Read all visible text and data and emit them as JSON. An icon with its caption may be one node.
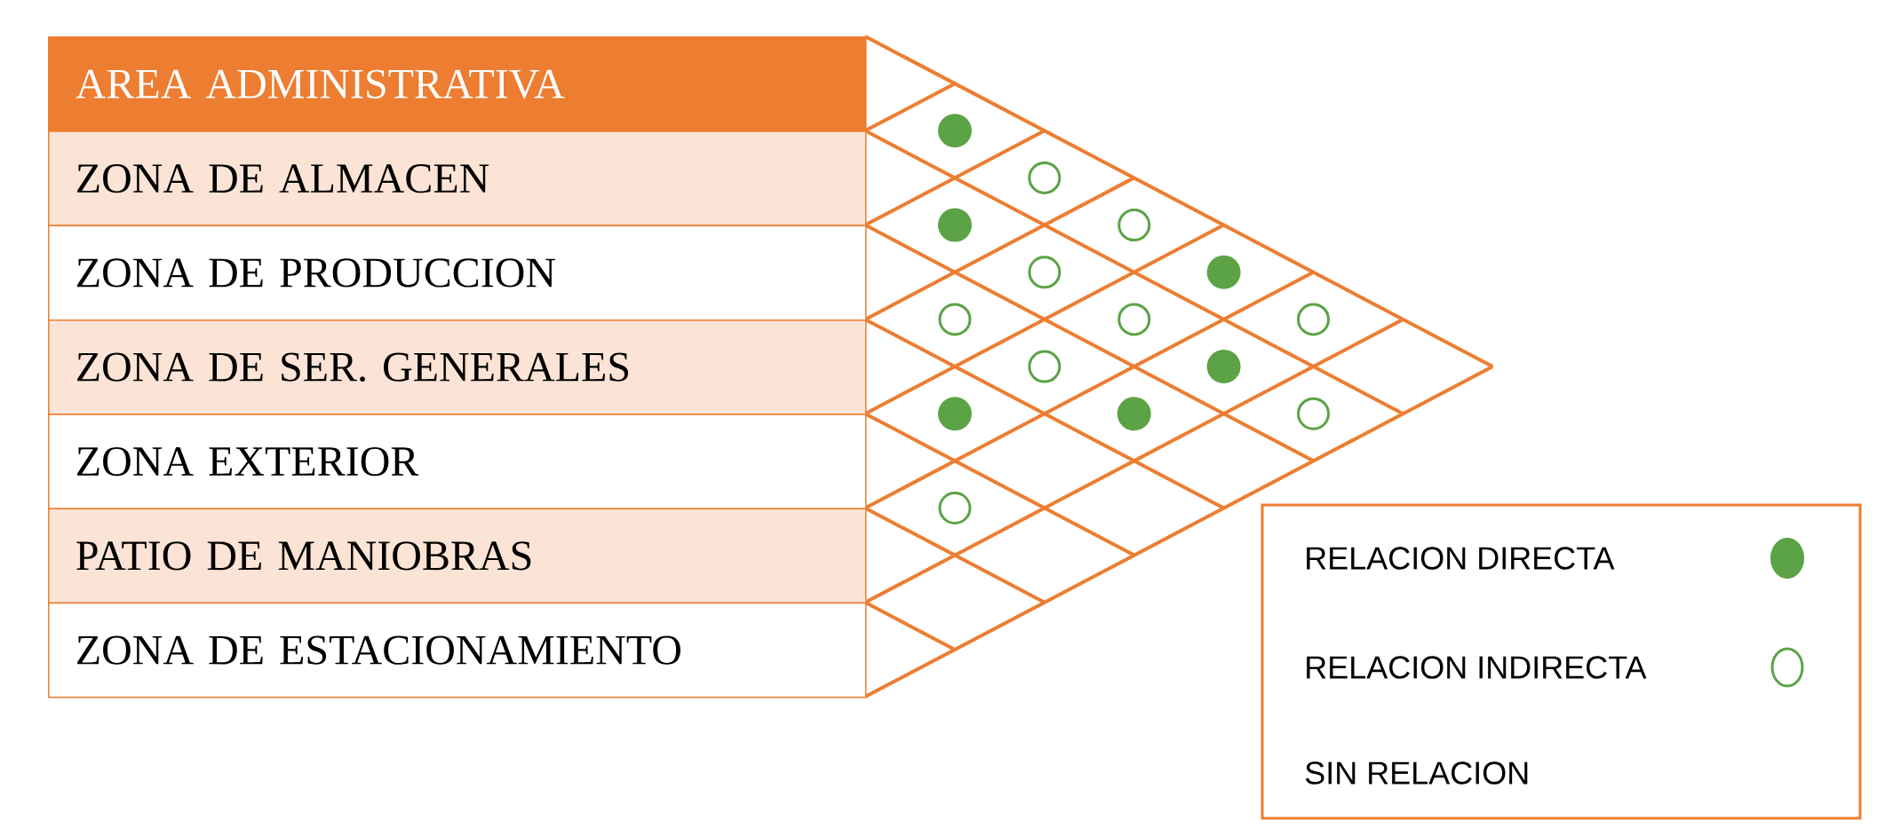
{
  "diagram": {
    "nodes": [
      {
        "text": [
          "AREA ADMINISTRATIVA"
        ]
      },
      {
        "text": [
          "ZONA DE ALMACEN"
        ]
      },
      {
        "text": [
          "ZONA DE PRODUCCION"
        ]
      },
      {
        "text": [
          "ZONA DE SER. GENERALES"
        ]
      },
      {
        "text": [
          "ZONA EXTERIOR"
        ]
      },
      {
        "text": [
          "PATIO DE MANIOBRAS"
        ]
      },
      {
        "text": [
          "ZONA DE ESTACIONAMIENTO"
        ]
      },
      {
        "text": [],
        "shape": "dot"
      },
      {
        "text": [],
        "shape": "circle"
      },
      {
        "text": [],
        "shape": "dot"
      },
      {
        "text": [],
        "shape": "circle"
      },
      {
        "text": [],
        "shape": "circle"
      },
      {
        "text": [],
        "shape": "dot"
      },
      {
        "text": [],
        "shape": "circle"
      },
      {
        "text": [],
        "shape": "circle"
      },
      {
        "text": [],
        "shape": "circle"
      },
      {
        "text": [],
        "shape": "circle"
      },
      {
        "text": [],
        "shape": "dot"
      },
      {
        "text": [],
        "shape": "dot"
      },
      {
        "text": [],
        "shape": "dot"
      },
      {
        "text": [],
        "shape": "circle"
      },
      {
        "text": [],
        "shape": "circle"
      }
    ],
    "legend": [
      {
        "text": "RELACION DIRECTA"
      },
      {
        "text": "RELACION INDIRECTA"
      },
      {
        "text": "SIN RELACION"
      }
    ]
  }
}
